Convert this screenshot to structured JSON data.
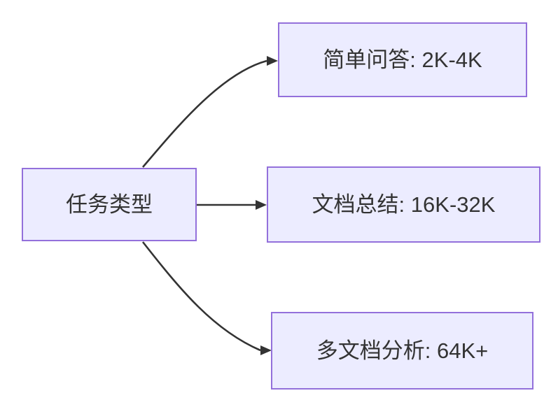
{
  "diagram": {
    "type": "flowchart-LR",
    "root": {
      "label": "任务类型"
    },
    "branches": [
      {
        "label": "简单问答: 2K-4K"
      },
      {
        "label": "文档总结: 16K-32K"
      },
      {
        "label": "多文档分析: 64K+"
      }
    ],
    "edges": [
      {
        "from": "任务类型",
        "to": "简单问答: 2K-4K"
      },
      {
        "from": "任务类型",
        "to": "文档总结: 16K-32K"
      },
      {
        "from": "任务类型",
        "to": "多文档分析: 64K+"
      }
    ],
    "colors": {
      "node_fill": "#ECECFF",
      "node_border": "#9370DB",
      "edge_line": "#333333",
      "text": "#333333",
      "background": "#FFFFFF"
    }
  }
}
